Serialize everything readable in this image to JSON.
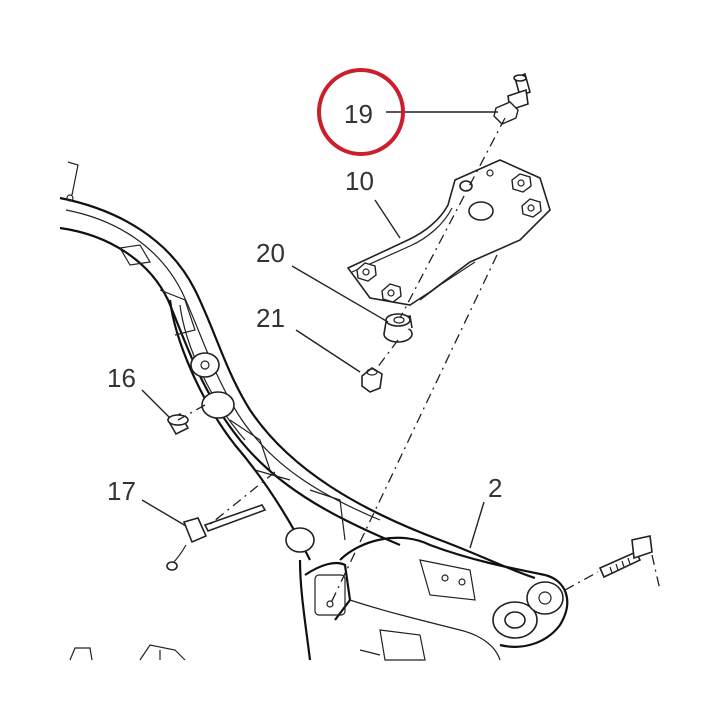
{
  "callouts": {
    "p19": "19",
    "p10": "10",
    "p20": "20",
    "p21": "21",
    "p16": "16",
    "p17": "17",
    "p2": "2"
  },
  "highlight": {
    "target": "19",
    "color": "#cc1f2d"
  }
}
